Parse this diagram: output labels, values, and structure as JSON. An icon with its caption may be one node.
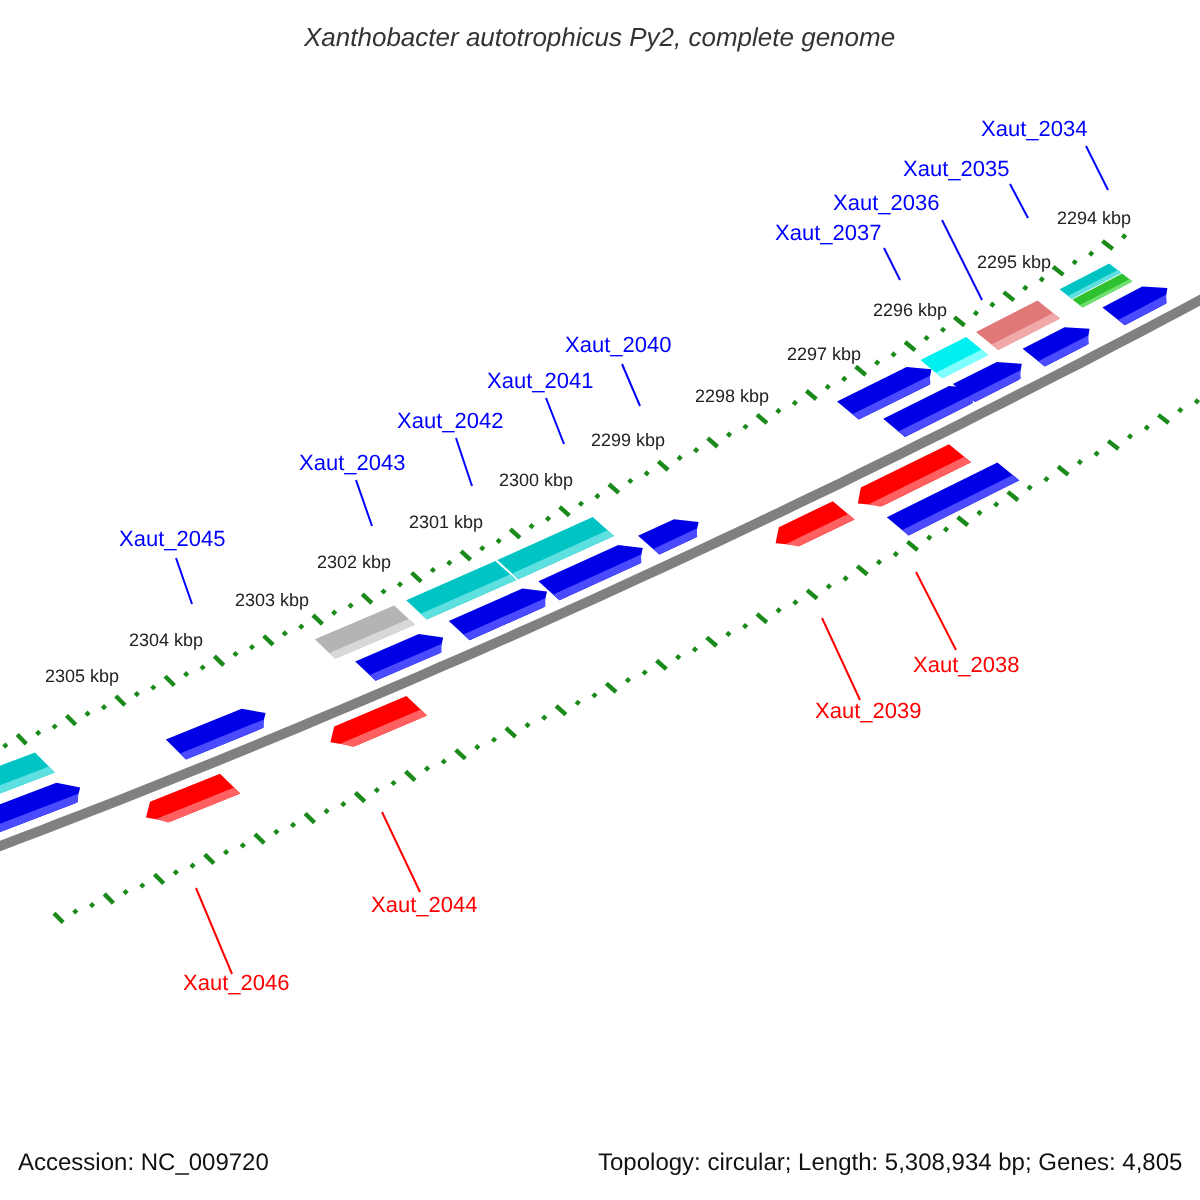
{
  "diagram": {
    "title": "Xanthobacter autotrophicus Py2, complete genome",
    "nodes": [
      {
        "text": [
          "Xaut_2034"
        ]
      },
      {
        "text": [
          "Xaut_2035"
        ]
      },
      {
        "text": [
          "Xaut_2036"
        ]
      },
      {
        "text": [
          "Xaut_2037"
        ]
      },
      {
        "text": [
          "Xaut_2040"
        ]
      },
      {
        "text": [
          "Xaut_2041"
        ]
      },
      {
        "text": [
          "Xaut_2042"
        ]
      },
      {
        "text": [
          "Xaut_2043"
        ]
      },
      {
        "text": [
          "Xaut_2045"
        ]
      },
      {
        "text": [
          "Xaut_2038"
        ]
      },
      {
        "text": [
          "Xaut_2039"
        ]
      },
      {
        "text": [
          "Xaut_2044"
        ]
      },
      {
        "text": [
          "Xaut_2046"
        ]
      }
    ],
    "edges": [
      {
        "from": 0,
        "to": null,
        "arrow": "none"
      },
      {
        "from": 1,
        "to": null,
        "arrow": "none"
      },
      {
        "from": 2,
        "to": null,
        "arrow": "none"
      },
      {
        "from": 3,
        "to": null,
        "arrow": "none"
      },
      {
        "from": 4,
        "to": null,
        "arrow": "none"
      },
      {
        "from": 5,
        "to": null,
        "arrow": "none"
      },
      {
        "from": 6,
        "to": null,
        "arrow": "none"
      },
      {
        "from": 7,
        "to": null,
        "arrow": "none"
      },
      {
        "from": 8,
        "to": null,
        "arrow": "none"
      },
      {
        "from": 9,
        "to": null,
        "arrow": "none",
        "color": "#ff0000"
      },
      {
        "from": 10,
        "to": null,
        "arrow": "none",
        "color": "#ff0000"
      },
      {
        "from": 11,
        "to": null,
        "arrow": "none",
        "color": "#ff0000"
      },
      {
        "from": 12,
        "to": null,
        "arrow": "none",
        "color": "#ff0000"
      }
    ],
    "labels": [
      "2294 kbp",
      "2295 kbp",
      "2296 kbp",
      "2297 kbp",
      "2298 kbp",
      "2299 kbp",
      "2300 kbp",
      "2301 kbp",
      "2302 kbp",
      "2303 kbp",
      "2304 kbp",
      "2305 kbp",
      "Accession: NC_009720",
      "Topology: circular; Length: 5,308,934 bp; Genes: 4,805"
    ]
  }
}
